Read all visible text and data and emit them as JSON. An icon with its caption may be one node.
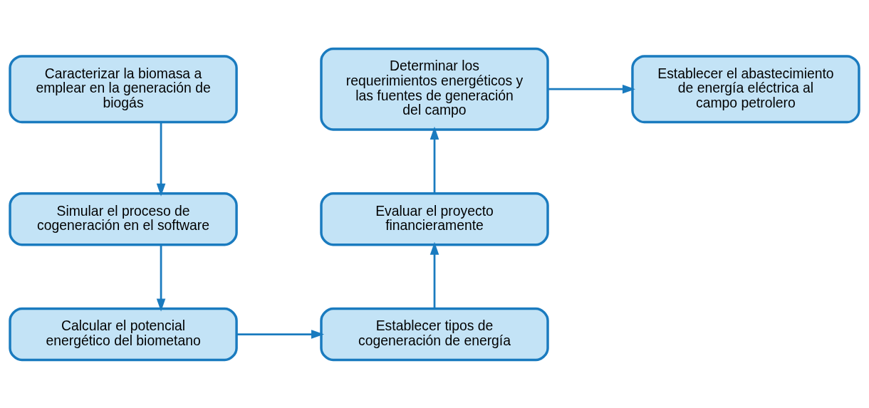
{
  "diagram": {
    "nodes": [
      {
        "text": [
          "Caracterizar la biomasa a emplear en la generación de biogás"
        ]
      },
      {
        "text": [
          "Simular el proceso de cogeneración en el software"
        ]
      },
      {
        "text": [
          "Calcular el potencial energético del biometano"
        ]
      },
      {
        "text": [
          "Establecer tipos de cogeneración de energía"
        ]
      },
      {
        "text": [
          "Evaluar el proyecto financieramente"
        ]
      },
      {
        "text": [
          "Determinar los requerimientos energéticos y las fuentes de generación del campo"
        ]
      },
      {
        "text": [
          "Establecer el abastecimiento de energía eléctrica al campo petrolero"
        ]
      }
    ],
    "edges": [
      {
        "from": 0,
        "to": 1,
        "arrow": "to"
      },
      {
        "from": 1,
        "to": 2,
        "arrow": "to"
      },
      {
        "from": 2,
        "to": 3,
        "arrow": "to"
      },
      {
        "from": 3,
        "to": 4,
        "arrow": "to"
      },
      {
        "from": 4,
        "to": 5,
        "arrow": "to"
      },
      {
        "from": 5,
        "to": 6,
        "arrow": "to"
      }
    ]
  }
}
